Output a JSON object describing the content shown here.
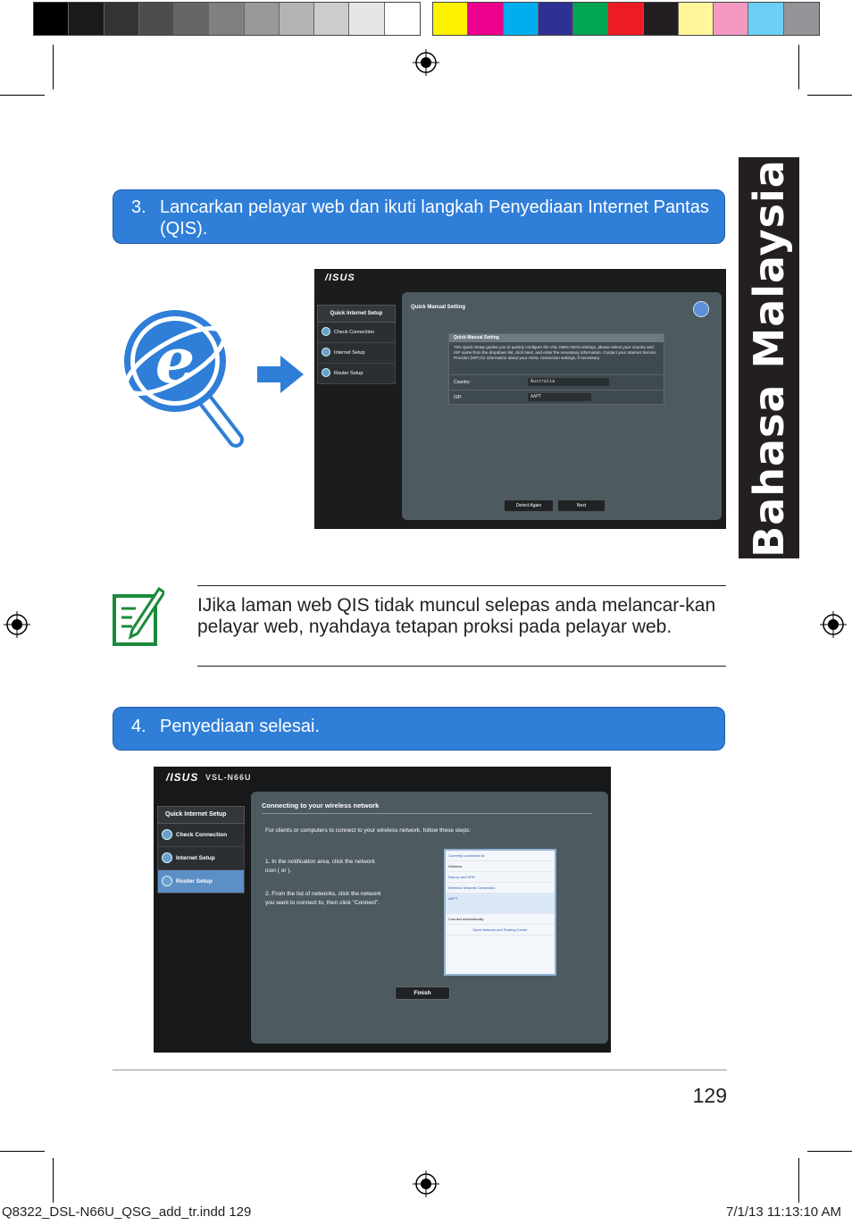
{
  "side_tab": {
    "label": "Bahasa Malaysia"
  },
  "colors": {
    "gray_swatches": [
      "#000000",
      "#1a1a1a",
      "#333333",
      "#4d4d4d",
      "#666666",
      "#808080",
      "#999999",
      "#b3b3b3",
      "#cccccc",
      "#e6e6e6",
      "#ffffff"
    ],
    "color_swatches": [
      "#fff200",
      "#ec008c",
      "#00aeef",
      "#2e3192",
      "#00a651",
      "#ed1c24",
      "#231f20",
      "#fff799",
      "#f49ac1",
      "#6dcff6",
      "#939598"
    ],
    "banner": "#2f7ed8"
  },
  "step3": {
    "number": "3.",
    "text": "Lancarkan pelayar web dan ikuti langkah Penyediaan Internet Pantas (QIS)."
  },
  "qis_screenshot": {
    "logo": "/ISUS",
    "sidebar_header": "Quick Internet Setup",
    "sidebar_items": [
      "Check Connection",
      "Internet Setup",
      "Router Setup"
    ],
    "panel_title": "Quick Manual Setting",
    "box_title": "Quick Manual Setting",
    "box_text": "This Quick Setup guides you to quickly configure the VSL-N66U WAN settings, please select your country and ISP name from the dropdown list, click Next, and enter the necessary information. Contact your Internet Service Provider (ISP) for information about your ADSL connection settings, if necessary.",
    "country_label": "Country:",
    "country_value": "Australia",
    "isp_label": "ISP:",
    "isp_value": "AAPT",
    "btn_detect": "Detect Again",
    "btn_next": "Next"
  },
  "note": {
    "text": "IJika laman web QIS tidak muncul selepas anda melancar-kan pelayar web, nyahdaya tetapan proksi pada pelayar web."
  },
  "step4": {
    "number": "4.",
    "text": "Penyediaan selesai."
  },
  "finish_screenshot": {
    "logo": "/ISUS",
    "model": "VSL-N66U",
    "sidebar_header": "Quick Internet Setup",
    "sidebar_items": [
      "Check Connection",
      "Internet Setup",
      "Router Setup"
    ],
    "panel_title": "Connecting to your wireless network",
    "intro": "For clients or computers to connect to your wireless network, follow these steps:",
    "step1": "1. In the notification area, click the network icon ( or ).",
    "step2": "2. From the list of networks, click the network you want to connect to, then click \"Connect\".",
    "win_lines": [
      "Currently connected to:",
      "Wireless",
      "Dial-up and VPN",
      "Wireless Network Connection",
      "AAPT",
      "Connect automatically",
      "Open Network and Sharing Center"
    ],
    "btn_finish": "Finish"
  },
  "page_number": "129",
  "slug": {
    "file": "Q8322_DSL-N66U_QSG_add_tr.indd   129",
    "date": "7/1/13   11:13:10 AM"
  }
}
